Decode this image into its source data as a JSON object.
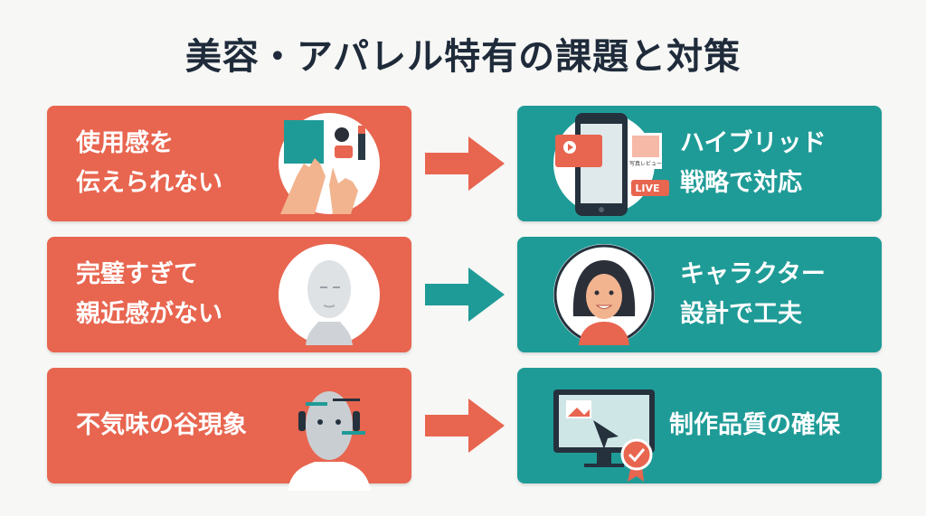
{
  "title": "美容・アパレル特有の課題と対策",
  "rows": [
    {
      "problem": [
        "使用感を",
        "伝えられない"
      ],
      "solution": [
        "ハイブリッド",
        "戦略で対応"
      ],
      "solution_badges": {
        "review": "写真レビュー",
        "live": "LIVE"
      },
      "arrow_color": "#e8654f"
    },
    {
      "problem": [
        "完璧すぎて",
        "親近感がない"
      ],
      "solution": [
        "キャラクター",
        "設計で工夫"
      ],
      "arrow_color": "#1f9b97"
    },
    {
      "problem": [
        "不気味の谷現象"
      ],
      "solution": [
        "制作品質の確保"
      ],
      "arrow_color": "#e8654f"
    }
  ],
  "colors": {
    "coral": "#e8654f",
    "teal": "#1f9b97",
    "title": "#1f2b3a"
  }
}
